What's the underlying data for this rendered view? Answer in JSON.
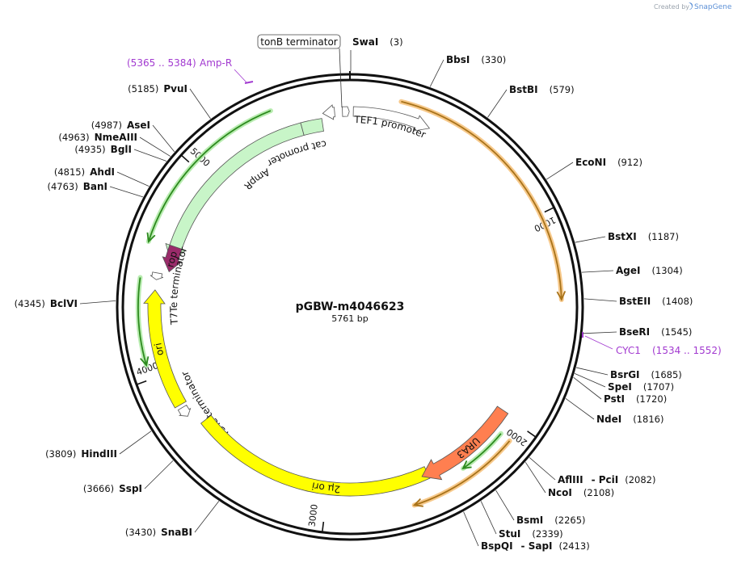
{
  "branding": {
    "created_by": "Created by",
    "product": "SnapGene"
  },
  "plasmid": {
    "name": "pGBW-m4046623",
    "length_label": "5761 bp"
  },
  "ticks": [
    {
      "label": "1000",
      "angle": 64
    },
    {
      "label": "2000",
      "angle": 125
    },
    {
      "label": "3000",
      "angle": 187
    },
    {
      "label": "4000",
      "angle": 250
    },
    {
      "label": "5000",
      "angle": 312
    }
  ],
  "sites": [
    {
      "name": "SwaI",
      "pos": "(3)"
    },
    {
      "name": "BbsI",
      "pos": "(330)"
    },
    {
      "name": "BstBI",
      "pos": "(579)"
    },
    {
      "name": "EcoNI",
      "pos": "(912)"
    },
    {
      "name": "BstXI",
      "pos": "(1187)"
    },
    {
      "name": "AgeI",
      "pos": "(1304)"
    },
    {
      "name": "BstEII",
      "pos": "(1408)"
    },
    {
      "name": "BseRI",
      "pos": "(1545)"
    },
    {
      "name": "BsrGI",
      "pos": "(1685)"
    },
    {
      "name": "SpeI",
      "pos": "(1707)"
    },
    {
      "name": "PstI",
      "pos": "(1720)"
    },
    {
      "name": "NdeI",
      "pos": "(1816)"
    },
    {
      "name": "AflIII",
      "pos": "(2082)",
      "extra": "- PciI"
    },
    {
      "name": "NcoI",
      "pos": "(2108)"
    },
    {
      "name": "BsmI",
      "pos": "(2265)"
    },
    {
      "name": "StuI",
      "pos": "(2339)"
    },
    {
      "name": "BspQI",
      "pos": "(2413)",
      "extra": "- SapI"
    },
    {
      "name": "SnaBI",
      "pos": "(3430)"
    },
    {
      "name": "SspI",
      "pos": "(3666)"
    },
    {
      "name": "HindIII",
      "pos": "(3809)"
    },
    {
      "name": "BclVI",
      "pos": "(4345)"
    },
    {
      "name": "BanI",
      "pos": "(4763)"
    },
    {
      "name": "AhdI",
      "pos": "(4815)"
    },
    {
      "name": "BglI",
      "pos": "(4935)"
    },
    {
      "name": "NmeAIII",
      "pos": "(4963)"
    },
    {
      "name": "AseI",
      "pos": "(4987)"
    },
    {
      "name": "PvuI",
      "pos": "(5185)"
    }
  ],
  "primers": [
    {
      "name": "Amp-R",
      "range": "(5365 .. 5384)"
    },
    {
      "name": "CYC1",
      "range": "(1534 .. 1552)"
    }
  ],
  "features": {
    "tonb": "tonB terminator",
    "tef1": "TEF1 promoter",
    "cat": "cat promoter",
    "ampr": "AmpR",
    "rop": "rop",
    "t7te": "T7Te terminator",
    "ori": "ori",
    "t3te": "T3Te terminator",
    "two_mu": "2μ ori",
    "ura3": "URA3"
  },
  "colors": {
    "amp_fill": "#c8f5c8",
    "rop_fill": "#9a2b6a",
    "ori_fill": "#ffff00",
    "ura3_fill": "#ff7f50",
    "orange_halo": "#f7c98b",
    "green_halo": "#b8ecb0",
    "primer": "#a23ad0"
  }
}
